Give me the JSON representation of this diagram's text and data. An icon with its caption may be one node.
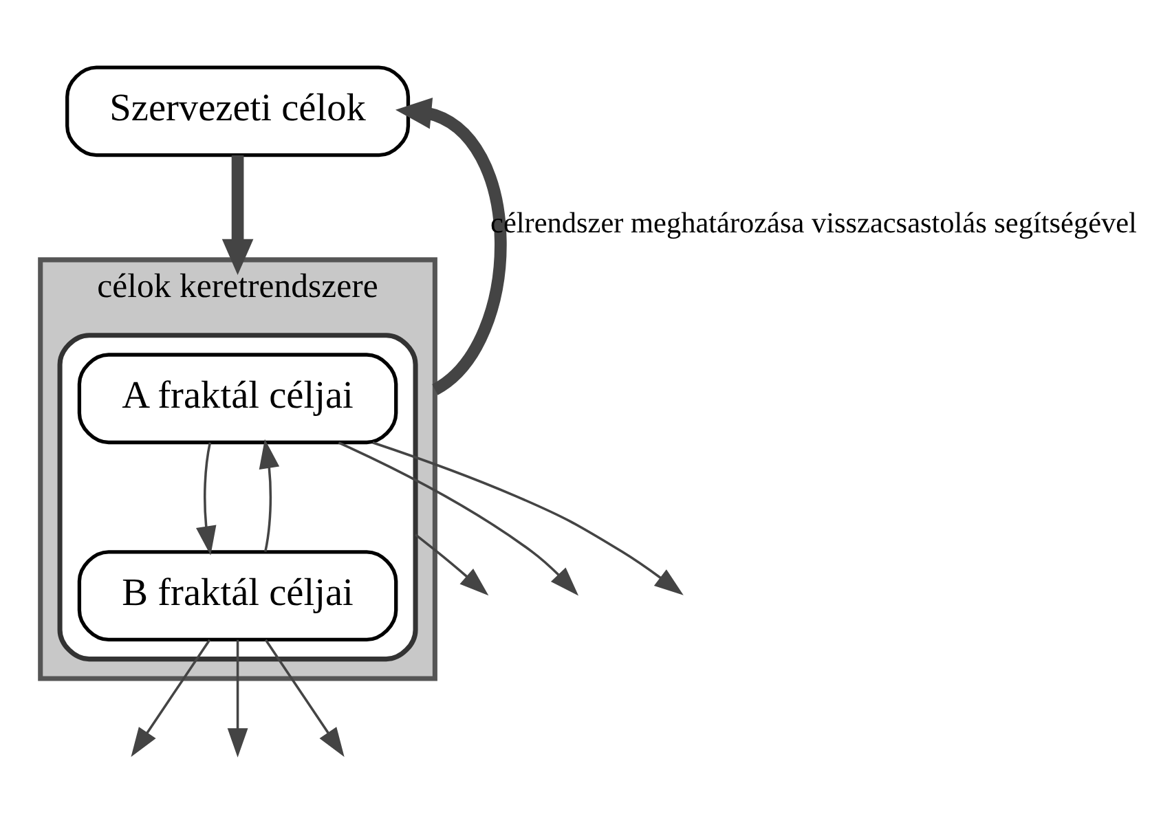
{
  "diagram": {
    "nodes": [
      {
        "text": [
          "Szervezeti célok"
        ]
      },
      {
        "text": [
          "célok keretrendszere"
        ]
      },
      {
        "text": [],
        "shape": "cloud",
        "in": 1
      },
      {
        "text": [
          "A fraktál céljai"
        ],
        "in": 2
      },
      {
        "text": [
          "B fraktál céljai"
        ],
        "in": 2
      }
    ],
    "edges": [
      {
        "from": 0,
        "to": 1,
        "arrow": "to",
        "style": "thick"
      },
      {
        "from": 1,
        "to": 0,
        "arrow": "to",
        "style": "thick",
        "label": "célrendszer meghatározása visszacsastolás segítségével"
      },
      {
        "from": 3,
        "to": 4,
        "arrow": "to"
      },
      {
        "from": 4,
        "to": 3,
        "arrow": "to"
      },
      {
        "from": 2,
        "to": null,
        "arrow": "to"
      },
      {
        "from": 3,
        "to": null,
        "arrow": "to"
      },
      {
        "from": 3,
        "to": null,
        "arrow": "to"
      },
      {
        "from": 4,
        "to": null,
        "arrow": "to"
      },
      {
        "from": 4,
        "to": null,
        "arrow": "to"
      },
      {
        "from": 4,
        "to": null,
        "arrow": "to"
      }
    ]
  }
}
